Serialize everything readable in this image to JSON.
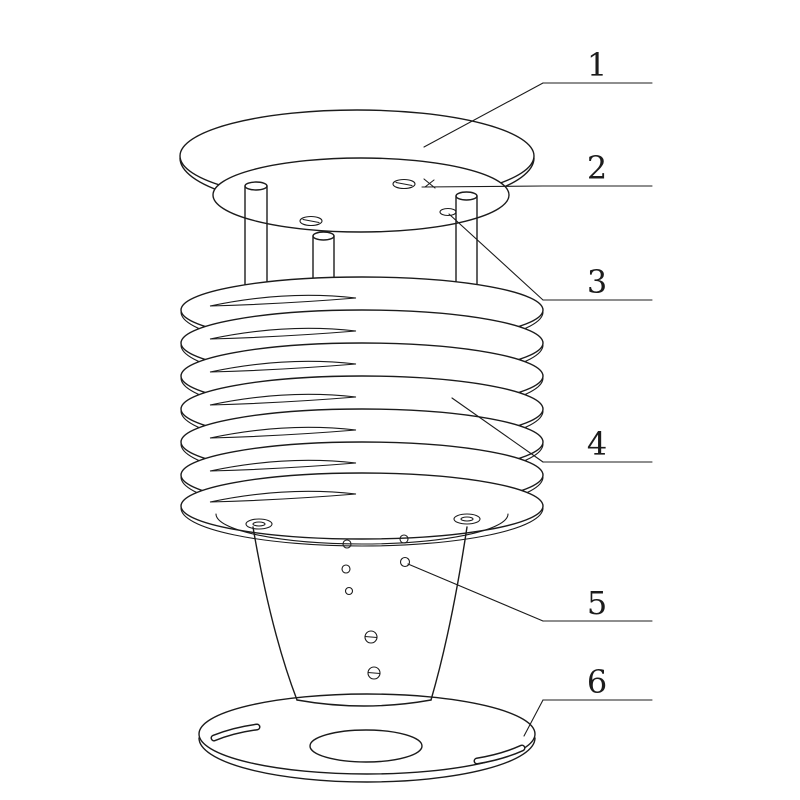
{
  "figure": {
    "background": "#ffffff",
    "line_color": "#1c1c1c",
    "type": "technical-assembly-drawing",
    "callouts": [
      {
        "label": "1"
      },
      {
        "label": "2"
      },
      {
        "label": "3"
      },
      {
        "label": "4"
      },
      {
        "label": "5"
      },
      {
        "label": "6"
      }
    ]
  }
}
